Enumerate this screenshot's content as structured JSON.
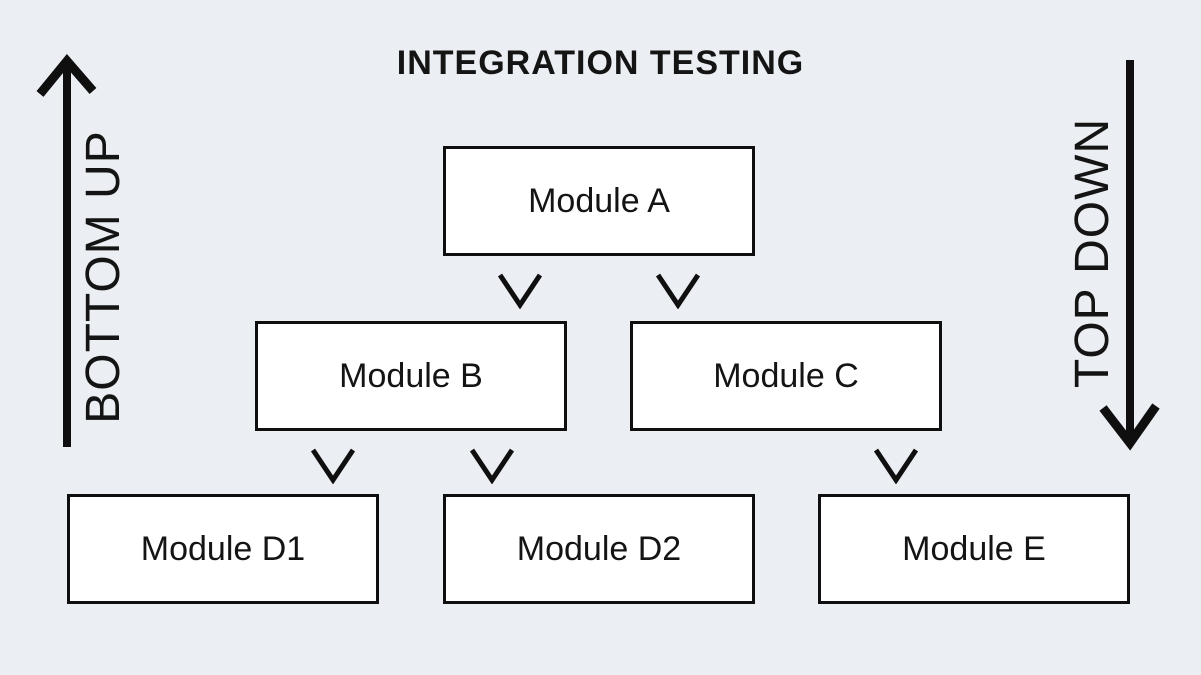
{
  "title": "INTEGRATION TESTING",
  "colors": {
    "background": "#ebeef3",
    "box_fill": "#ffffff",
    "box_border": "#0f0f0f",
    "text": "#141414",
    "arrow": "#0f0f0f"
  },
  "flows": {
    "left": {
      "label": "BOTTOM UP",
      "direction": "up"
    },
    "right": {
      "label": "TOP DOWN",
      "direction": "down"
    }
  },
  "modules": {
    "a": {
      "label": "Module A"
    },
    "b": {
      "label": "Module B"
    },
    "c": {
      "label": "Module C"
    },
    "d1": {
      "label": "Module D1"
    },
    "d2": {
      "label": "Module D2"
    },
    "e": {
      "label": "Module E"
    }
  },
  "connections": [
    {
      "from": "Module A",
      "to": "Module B"
    },
    {
      "from": "Module A",
      "to": "Module C"
    },
    {
      "from": "Module B",
      "to": "Module D1"
    },
    {
      "from": "Module B",
      "to": "Module D2"
    },
    {
      "from": "Module C",
      "to": "Module E"
    }
  ]
}
